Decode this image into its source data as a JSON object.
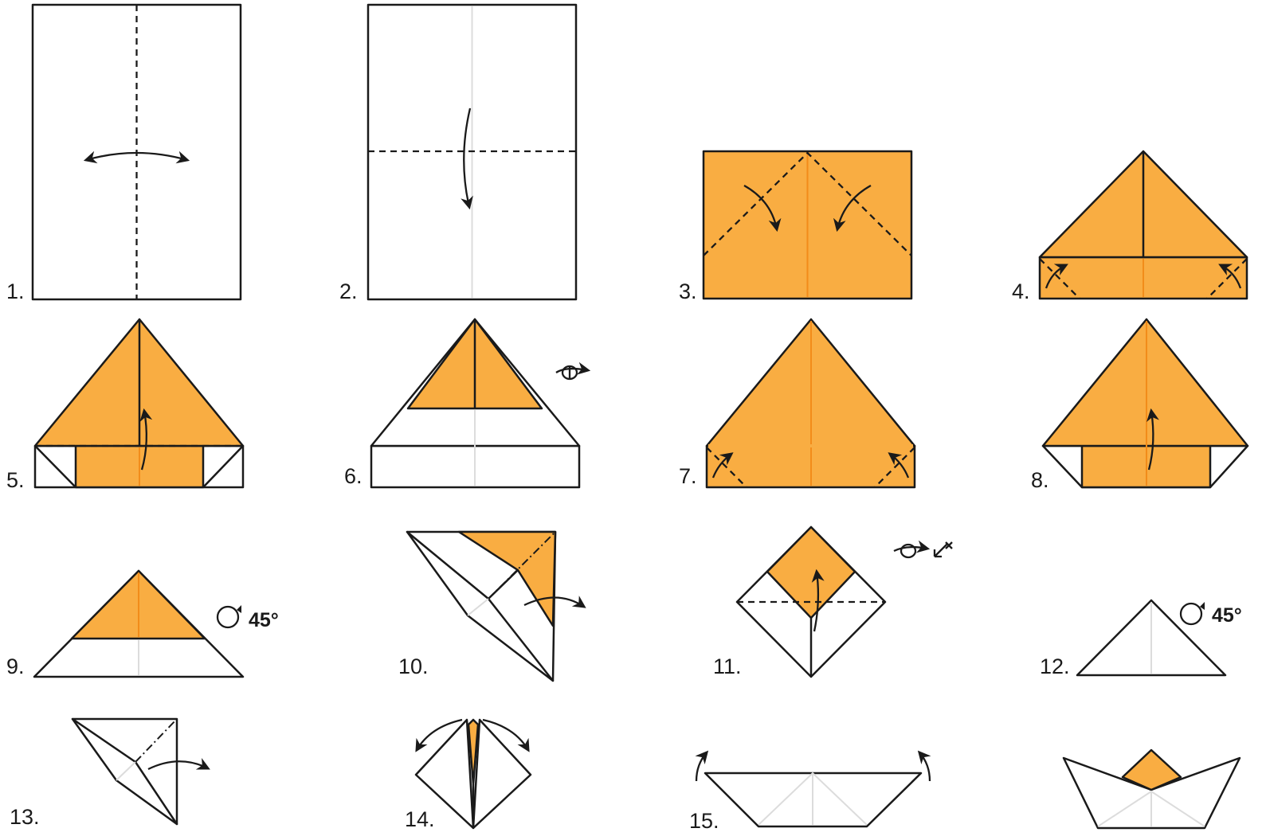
{
  "steps": [
    {
      "label": "1."
    },
    {
      "label": "2."
    },
    {
      "label": "3."
    },
    {
      "label": "4."
    },
    {
      "label": "5."
    },
    {
      "label": "6."
    },
    {
      "label": "7."
    },
    {
      "label": "8."
    },
    {
      "label": "9."
    },
    {
      "label": "10."
    },
    {
      "label": "11."
    },
    {
      "label": "12."
    },
    {
      "label": "13."
    },
    {
      "label": "14."
    },
    {
      "label": "15."
    }
  ],
  "rotations": [
    {
      "text": "45°"
    },
    {
      "text": "45°"
    }
  ],
  "colors": {
    "paper_color": "#f9ad42",
    "paper_back": "#ffffff",
    "line_color": "#1a1a1a"
  },
  "icons": [
    "turn-over-icon",
    "rotate-icon",
    "zoom-out-icon",
    "curved-arrow-icon"
  ]
}
